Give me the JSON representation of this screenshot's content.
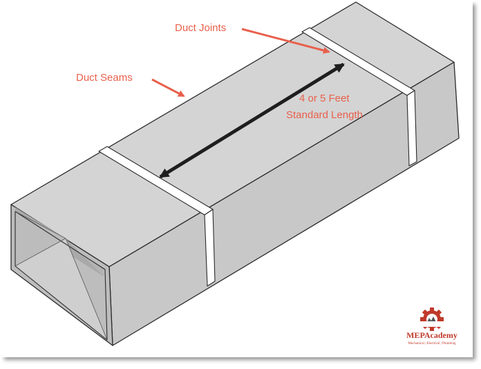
{
  "annotations": {
    "duct_joints": "Duct Joints",
    "duct_seams": "Duct Seams",
    "length_line1": "4 or 5 Feet",
    "length_line2": "Standard Length"
  },
  "logo": {
    "name": "MEPAcademy",
    "tagline": "Mechanical | Electrical | Plumbing"
  },
  "colors": {
    "annotation": "#e8604c",
    "duct_top": "#d4d4d4",
    "duct_side": "#c8c8c8",
    "duct_end": "#bdbdbd",
    "duct_inside_dark": "#a9a9a9",
    "outline": "#2a2a2a",
    "dimension_arrow": "#1e1e1e",
    "logo_red": "#c0392b"
  }
}
